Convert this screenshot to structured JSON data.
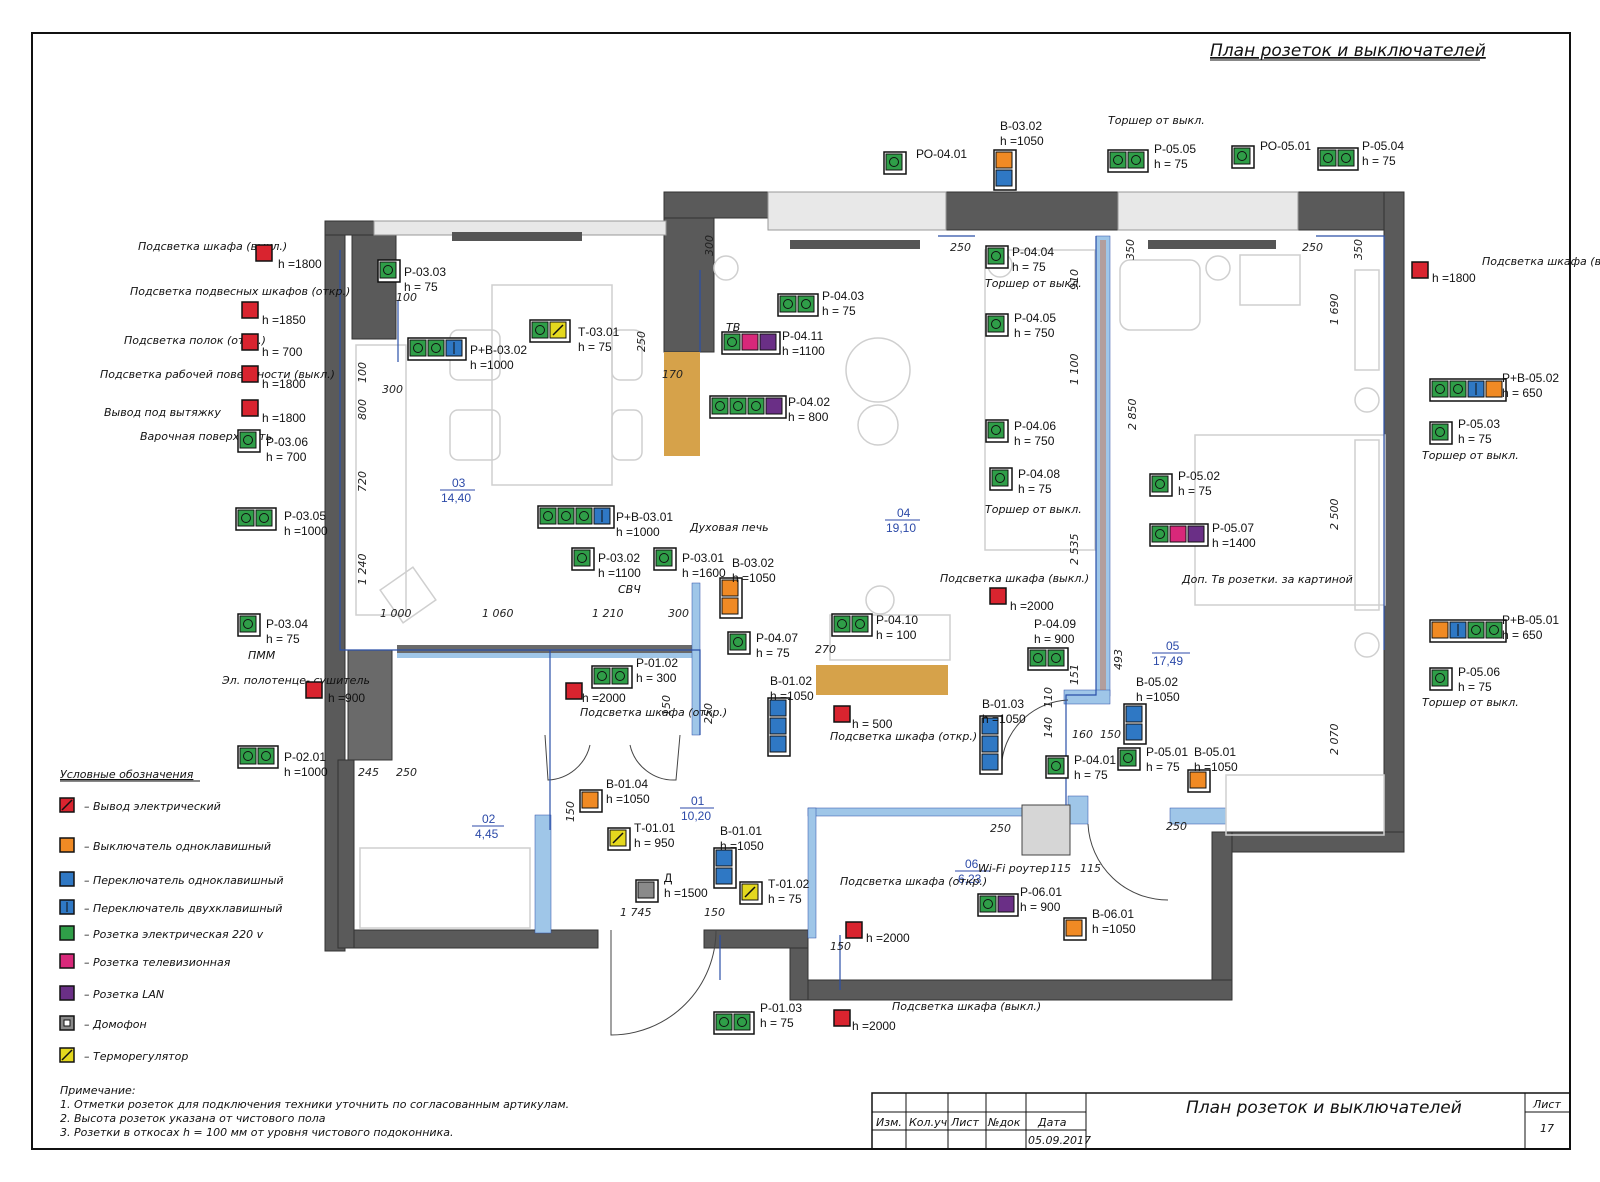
{
  "sheet": {
    "title_top": "План розеток и выключателей",
    "title_block": {
      "title": "План розеток и выключателей",
      "headers": [
        "Изм.",
        "Кол.уч",
        "Лист",
        "№док",
        "Дата"
      ],
      "date": "05.09.2017",
      "sheet_label": "Лист",
      "sheet_number": "17"
    }
  },
  "colors": {
    "wall": "#5a5a5a",
    "socket": "#2f9e48",
    "switch1": "#f08a24",
    "switch_toggle": "#2f78c4",
    "electric_out": "#d9242f",
    "tv": "#d8287a",
    "lan": "#6a2f86",
    "intercom": "#8a8a8a",
    "thermo": "#e4d81e",
    "duct": "#9fc6e8",
    "wood": "#d6a24a",
    "wire": "#2a4fa8",
    "room_text": "#2c4aa8"
  },
  "legend": {
    "title": "Условные обозначения",
    "items": [
      {
        "type": "electric_out",
        "label": "– Вывод электрический"
      },
      {
        "type": "switch1",
        "label": "– Выключатель одноклавишный"
      },
      {
        "type": "switch_toggle",
        "label": "– Переключатель одноклавишный"
      },
      {
        "type": "switch_toggle2",
        "label": "– Переключатель двухклавишный"
      },
      {
        "type": "socket",
        "label": "– Розетка электрическая 220 v"
      },
      {
        "type": "tv",
        "label": "– Розетка телевизионная"
      },
      {
        "type": "lan",
        "label": "– Розетка LAN"
      },
      {
        "type": "intercom",
        "label": "– Домофон"
      },
      {
        "type": "thermo",
        "label": "– Терморегулятор"
      }
    ]
  },
  "notes": {
    "title": "Примечание:",
    "lines": [
      "1. Отметки розеток для подключения техники уточнить по согласованным артикулам.",
      "2. Высота розеток указана от чистового пола",
      "3. Розетки в откосах h = 100 мм от уровня чистового подоконника."
    ]
  },
  "rooms": [
    {
      "num": "03",
      "area": "14,40"
    },
    {
      "num": "04",
      "area": "19,10"
    },
    {
      "num": "05",
      "area": "17,49"
    },
    {
      "num": "02",
      "area": "4,45"
    },
    {
      "num": "01",
      "area": "10,20"
    },
    {
      "num": "06",
      "area": "6,23"
    }
  ],
  "devices": [
    {
      "code": "Р-03.03",
      "h": "h = 75"
    },
    {
      "code": "Р+В-03.02",
      "h": "h =1000"
    },
    {
      "code": "Т-03.01",
      "h": "h = 75"
    },
    {
      "code": "Р-03.06",
      "h": "h = 700"
    },
    {
      "code": "Р-03.05",
      "h": "h =1000"
    },
    {
      "code": "Р+В-03.01",
      "h": "h =1000"
    },
    {
      "code": "Р-03.02",
      "h": "h =1100"
    },
    {
      "code": "Р-03.01",
      "h": "h =1600"
    },
    {
      "code": "В-03.02",
      "h": "h =1050"
    },
    {
      "code": "Р-03.04",
      "h": "h = 75"
    },
    {
      "code": "Р-02.01",
      "h": "h =1000"
    },
    {
      "code": "РО-04.01",
      "h": ""
    },
    {
      "code": "В-03.02",
      "h": "h =1050"
    },
    {
      "code": "Р-04.03",
      "h": "h = 75"
    },
    {
      "code": "Р-04.11",
      "h": "h =1100"
    },
    {
      "code": "Р-04.02",
      "h": "h = 800"
    },
    {
      "code": "Р-04.04",
      "h": "h = 75"
    },
    {
      "code": "Р-04.05",
      "h": "h = 750"
    },
    {
      "code": "Р-04.06",
      "h": "h = 750"
    },
    {
      "code": "Р-04.08",
      "h": "h = 75"
    },
    {
      "code": "Р-04.10",
      "h": "h = 100"
    },
    {
      "code": "Р-04.07",
      "h": "h = 75"
    },
    {
      "code": "Р-04.09",
      "h": "h = 900"
    },
    {
      "code": "Р-04.01",
      "h": "h = 75"
    },
    {
      "code": "Р-05.05",
      "h": "h = 75"
    },
    {
      "code": "РО-05.01",
      "h": ""
    },
    {
      "code": "Р-05.04",
      "h": "h = 75"
    },
    {
      "code": "Р+В-05.02",
      "h": "h = 650"
    },
    {
      "code": "Р-05.03",
      "h": "h = 75"
    },
    {
      "code": "Р-05.02",
      "h": "h = 75"
    },
    {
      "code": "Р-05.07",
      "h": "h =1400"
    },
    {
      "code": "Р+В-05.01",
      "h": "h = 650"
    },
    {
      "code": "Р-05.06",
      "h": "h = 75"
    },
    {
      "code": "В-05.02",
      "h": "h =1050"
    },
    {
      "code": "Р-05.01",
      "h": "h = 75"
    },
    {
      "code": "В-05.01",
      "h": "h =1050"
    },
    {
      "code": "Р-01.02",
      "h": "h = 300"
    },
    {
      "code": "В-01.02",
      "h": "h =1050"
    },
    {
      "code": "В-01.03",
      "h": "h =1050"
    },
    {
      "code": "В-01.04",
      "h": "h =1050"
    },
    {
      "code": "Т-01.01",
      "h": "h = 950"
    },
    {
      "code": "В-01.01",
      "h": "h =1050"
    },
    {
      "code": "Д",
      "h": "h =1500"
    },
    {
      "code": "Т-01.02",
      "h": "h = 75"
    },
    {
      "code": "Р-01.03",
      "h": "h = 75"
    },
    {
      "code": "Р-06.01",
      "h": "h = 900"
    },
    {
      "code": "В-06.01",
      "h": "h =1050"
    }
  ],
  "fixture_notes": [
    {
      "text": "Подсветка шкафа (выкл.)",
      "h": "h =1800"
    },
    {
      "text": "Подсветка подвесных шкафов (откр.)",
      "h": "h =1850"
    },
    {
      "text": "Подсветка полок (откр.)",
      "h": "h = 700"
    },
    {
      "text": "Подсветка рабочей поверхности (выкл.)",
      "h": "h =1800"
    },
    {
      "text": "Вывод под вытяжку",
      "h": "h =1800"
    },
    {
      "text": "Варочная поверхность",
      "h": ""
    },
    {
      "text": "ПММ",
      "h": ""
    },
    {
      "text": "Эл. полотенце- сушитель",
      "h": "h =900"
    },
    {
      "text": "Подсветка шкафа (выкл.)",
      "h": "h =1800"
    },
    {
      "text": "Подсветка шкафа (выкл.)",
      "h": "h =2000"
    },
    {
      "text": "Подсветка шкафа (откр.)",
      "h": "h =2000"
    },
    {
      "text": "Подсветка шкафа (откр.)",
      "h": "h = 500"
    },
    {
      "text": "Подсветка шкафа (откр.)",
      "h": "h =2000"
    },
    {
      "text": "Подсветка шкафа (выкл.)",
      "h": "h =2000"
    }
  ],
  "annotations": [
    "Торшер от выкл.",
    "Торшер от выкл.",
    "Торшер от выкл.",
    "Торшер от выкл.",
    "Торшер от выкл.",
    "ТВ",
    "Духовая печь",
    "СВЧ",
    "Доп. Тв розетки. за картиной",
    "Wi-Fi роутер"
  ],
  "dimensions": [
    "100",
    "300",
    "800",
    "720",
    "1 240",
    "100",
    "170",
    "250",
    "300",
    "350",
    "250",
    "250",
    "910",
    "1 100",
    "2 850",
    "2 535",
    "1 690",
    "2 500",
    "2 070",
    "350",
    "1 000",
    "1 060",
    "1 210",
    "300",
    "270",
    "493",
    "151",
    "110",
    "140",
    "160",
    "150",
    "250",
    "150",
    "245",
    "250",
    "150",
    "1 745",
    "150",
    "250",
    "115",
    "115",
    "150",
    "250"
  ]
}
